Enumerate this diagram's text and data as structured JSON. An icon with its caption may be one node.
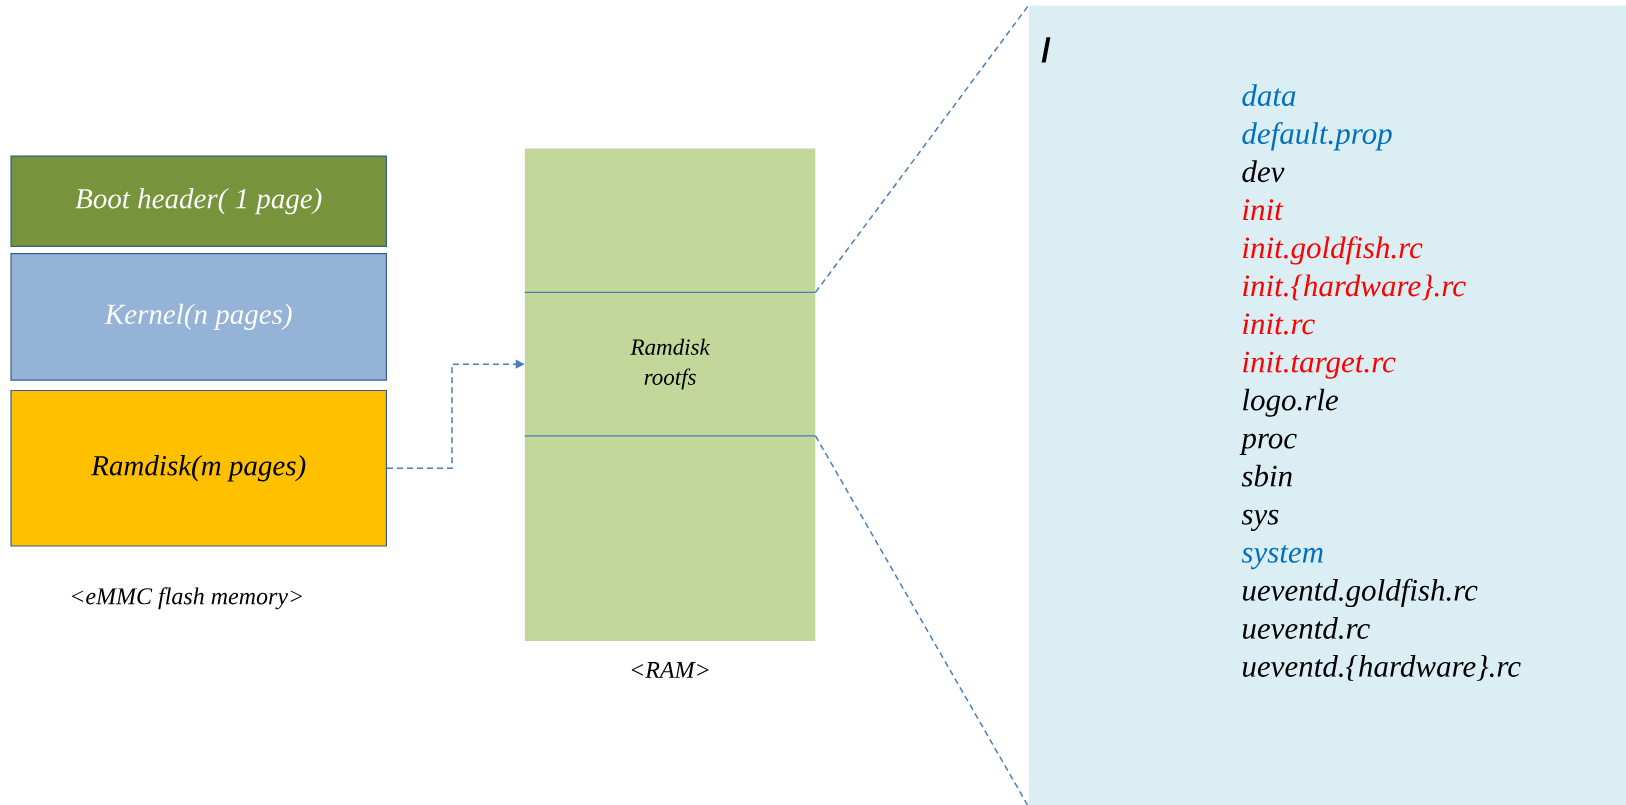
{
  "diagram": {
    "nodes": [
      {
        "text": [
          "Boot header( 1 page)"
        ]
      },
      {
        "text": [
          "Kernel(n pages)"
        ]
      },
      {
        "text": [
          "Ramdisk(m pages)"
        ]
      },
      {
        "text": [],
        "shape": "box",
        "beside": [
          "<RAM>"
        ]
      },
      {
        "text": [
          "Ramdisk rootfs"
        ],
        "in": 3
      },
      {
        "text": [
          "/",
          "data",
          "default.prop",
          "dev",
          "init",
          "init.goldfish.rc",
          "init.{hardware}.rc",
          "init.rc",
          "init.target.rc",
          "logo.rle",
          "proc",
          "sbin",
          "sys",
          "system",
          "ueventd.goldfish.rc",
          "ueventd.rc",
          "ueventd.{hardware}.rc"
        ]
      }
    ],
    "edges": [
      {
        "from": 2,
        "to": 4,
        "arrow": "to",
        "style": "dashed"
      },
      {
        "from": 4,
        "to": 5,
        "arrow": "none",
        "style": "dashed"
      },
      {
        "from": 4,
        "to": 5,
        "arrow": "none",
        "style": "dashed"
      }
    ],
    "labels": [
      "<eMMC flash memory>"
    ]
  }
}
